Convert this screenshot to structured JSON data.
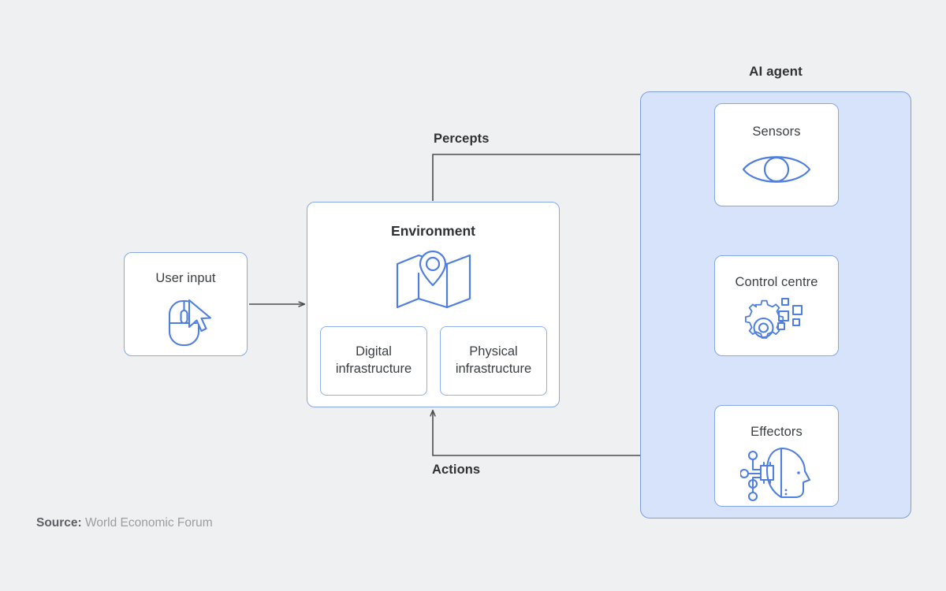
{
  "page": {
    "background_color": "#eff0f2",
    "accent_blue": "#4f7fe0",
    "panel_fill": "#d7e3fb",
    "panel_border": "#7e9de2",
    "arrow_color": "#4a4d50"
  },
  "agent": {
    "title": "AI agent",
    "boxes": [
      {
        "label": "Sensors",
        "icon": "eye-icon"
      },
      {
        "label": "Control centre",
        "icon": "gear-pixels-icon"
      },
      {
        "label": "Effectors",
        "icon": "ai-head-circuit-icon"
      }
    ]
  },
  "user_input": {
    "label": "User input",
    "icon": "mouse-cursor-icon"
  },
  "environment": {
    "title": "Environment",
    "icon": "map-pin-icon",
    "sub_boxes": [
      {
        "label": "Digital\ninfrastructure",
        "line1": "Digital",
        "line2": "infrastructure"
      },
      {
        "label": "Physical\ninfrastructure",
        "line1": "Physical",
        "line2": "infrastructure"
      }
    ]
  },
  "flows": {
    "percepts_label": "Percepts",
    "actions_label": "Actions",
    "connections": [
      {
        "from": "user-input",
        "to": "environment",
        "label": ""
      },
      {
        "from": "environment",
        "to": "sensors",
        "label": "Percepts"
      },
      {
        "from": "sensors",
        "to": "control-centre",
        "label": ""
      },
      {
        "from": "control-centre",
        "to": "effectors",
        "label": ""
      },
      {
        "from": "effectors",
        "to": "environment",
        "label": "Actions"
      }
    ]
  },
  "source": {
    "prefix": "Source:",
    "name": "World Economic Forum"
  }
}
